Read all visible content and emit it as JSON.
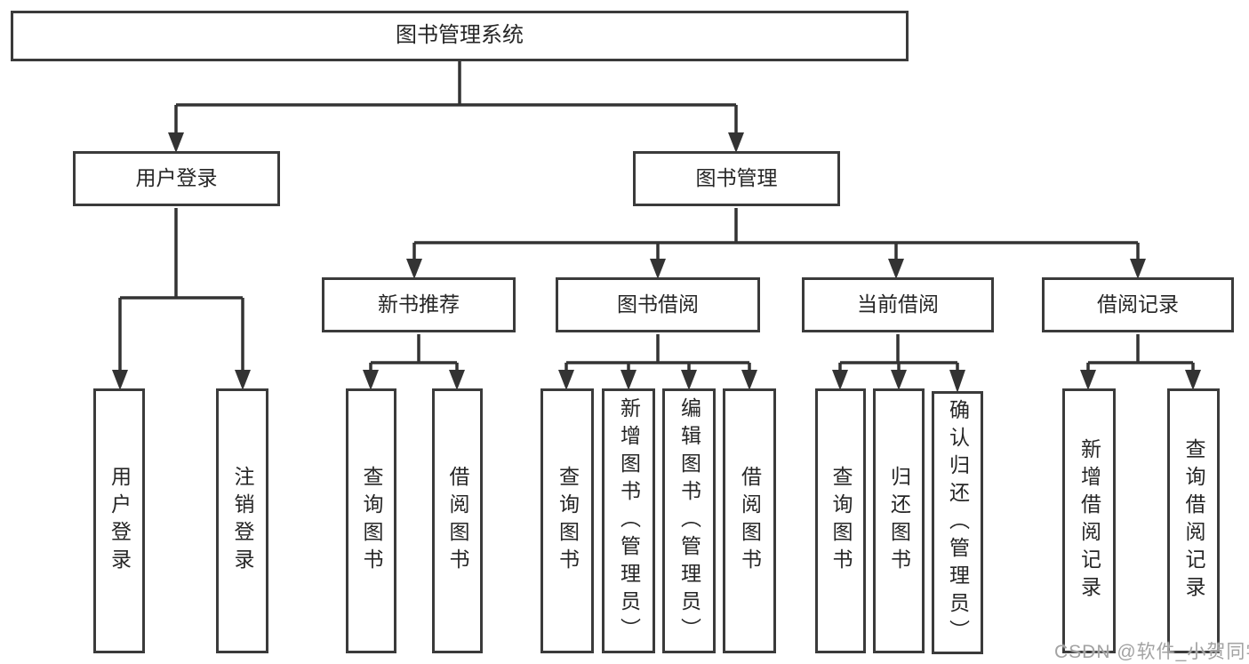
{
  "colors": {
    "line": "#333333",
    "box_border": "#3b3b3b",
    "text": "#262626",
    "background": "#ffffff",
    "watermark": "#a3a3a3"
  },
  "tree": {
    "root": {
      "label": "图书管理系统",
      "children": [
        {
          "label": "用户登录",
          "children": [
            {
              "label": "用户登录"
            },
            {
              "label": "注销登录"
            }
          ]
        },
        {
          "label": "图书管理",
          "children": [
            {
              "label": "新书推荐",
              "children": [
                {
                  "label": "查询图书"
                },
                {
                  "label": "借阅图书"
                }
              ]
            },
            {
              "label": "图书借阅",
              "children": [
                {
                  "label": "查询图书"
                },
                {
                  "label": "新增图书（管理员）"
                },
                {
                  "label": "编辑图书（管理员）"
                },
                {
                  "label": "借阅图书"
                }
              ]
            },
            {
              "label": "当前借阅",
              "children": [
                {
                  "label": "查询图书"
                },
                {
                  "label": "归还图书"
                },
                {
                  "label": "确认归还（管理员）"
                }
              ]
            },
            {
              "label": "借阅记录",
              "children": [
                {
                  "label": "新增借阅记录"
                },
                {
                  "label": "查询借阅记录"
                }
              ]
            }
          ]
        }
      ]
    }
  },
  "watermark": {
    "text": "CSDN @软件_小贺同学"
  }
}
